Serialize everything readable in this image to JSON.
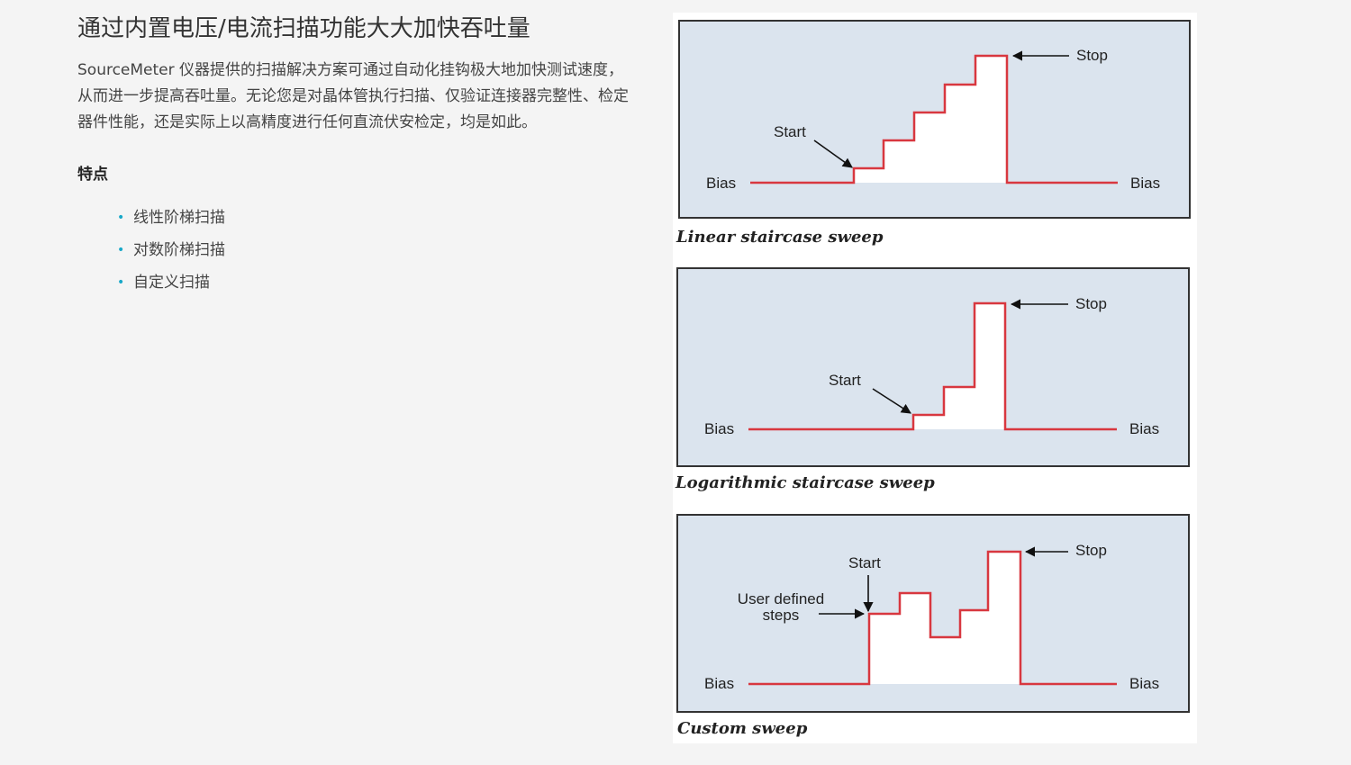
{
  "heading": "通过内置电压/电流扫描功能大大加快吞吐量",
  "description": "SourceMeter 仪器提供的扫描解决方案可通过自动化挂钩极大地加快测试速度，从而进一步提高吞吐量。无论您是对晶体管执行扫描、仅验证连接器完整性、检定器件性能，还是实际上以高精度进行任何直流伏安检定，均是如此。",
  "features_title": "特点",
  "features": [
    "线性阶梯扫描",
    "对数阶梯扫描",
    "自定义扫描"
  ],
  "bullet_icon": "bullet-dot-icon",
  "colors": {
    "panel_bg": "#dbe4ee",
    "sweep_line": "#d8373f",
    "bullet": "#18a8c8"
  },
  "diagrams": [
    {
      "caption": "Linear staircase sweep",
      "labels": {
        "bias_left": "Bias",
        "bias_right": "Bias",
        "start": "Start",
        "stop": "Stop"
      }
    },
    {
      "caption": "Logarithmic staircase sweep",
      "labels": {
        "bias_left": "Bias",
        "bias_right": "Bias",
        "start": "Start",
        "stop": "Stop"
      }
    },
    {
      "caption": "Custom sweep",
      "labels": {
        "bias_left": "Bias",
        "bias_right": "Bias",
        "start": "Start",
        "stop": "Stop",
        "steps": [
          "User defined",
          "steps"
        ]
      }
    }
  ]
}
